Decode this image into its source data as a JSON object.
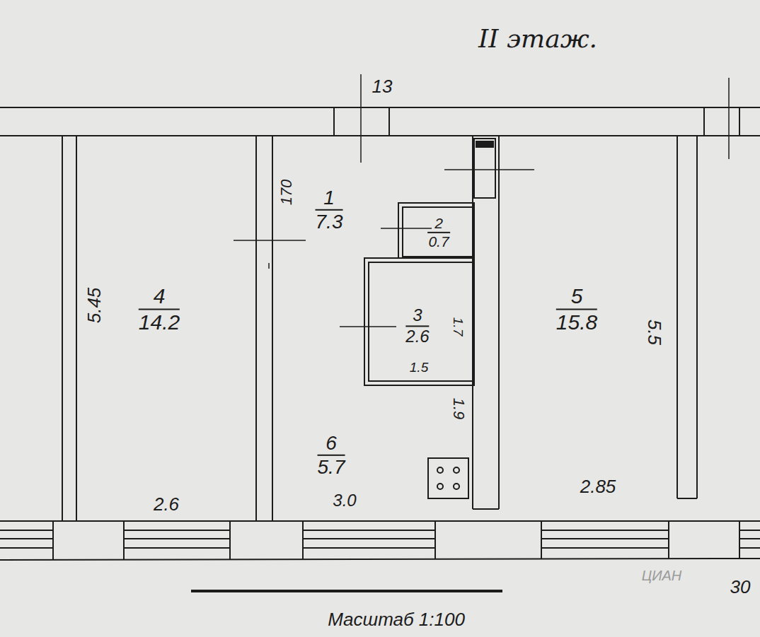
{
  "diagram": {
    "title": "II этаж.",
    "nodes": [
      {
        "text": [
          "4",
          "14.2"
        ]
      },
      {
        "text": [
          "1",
          "7.3"
        ]
      },
      {
        "text": [
          "2",
          "0.7"
        ]
      },
      {
        "text": [
          "3",
          "2.6"
        ]
      },
      {
        "text": [
          "5",
          "15.8"
        ]
      },
      {
        "text": [
          "6",
          "5.7"
        ]
      }
    ],
    "labels": [
      "13",
      "170",
      "1.7",
      "5.45",
      "5.5",
      "1.5",
      "1.9",
      "2.6",
      "3.0",
      "2.85",
      "30",
      "Масштаб 1:100",
      "ЦИАН"
    ]
  }
}
